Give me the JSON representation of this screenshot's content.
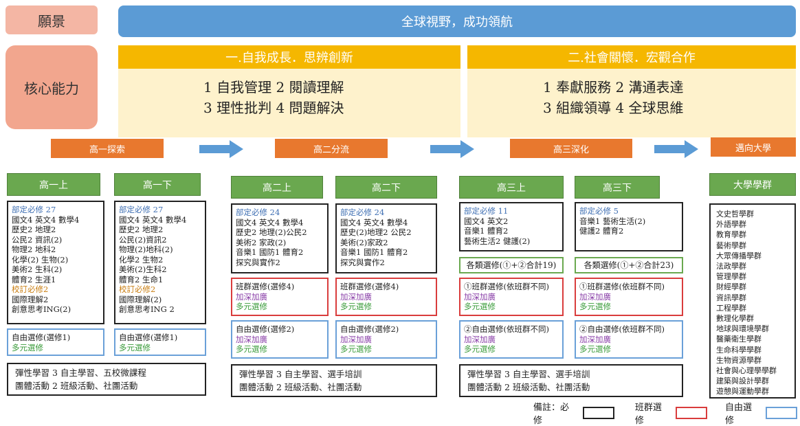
{
  "vision": {
    "label": "願景",
    "text": "全球視野，成功領航"
  },
  "core": {
    "label": "核心能力",
    "groups": [
      {
        "title": "一.自我成長．思辨創新",
        "line1": "1 自我管理  2 閱讀理解",
        "line2": "3 理性批判  4 問題解決"
      },
      {
        "title": "二.社會關懷．宏觀合作",
        "line1": "1 奉獻服務   2 溝通表達",
        "line2": "3 組織領導   4 全球思維"
      }
    ]
  },
  "stages": [
    "高一探索",
    "高二分流",
    "高三深化",
    "邁向大學"
  ],
  "semesters": [
    "高一上",
    "高一下",
    "高二上",
    "高二下",
    "高三上",
    "高三下",
    "大學學群"
  ],
  "required": {
    "g1a": {
      "title": "部定必修 27",
      "lines": [
        "國文4 英文4 數學4",
        "歷史2 地理2",
        "公民2 資訊(2)",
        "物理2 地科2",
        "化學(2) 生物(2)",
        "美術2 生科(2)",
        "體育2 生涯1"
      ],
      "school_title": "校訂必修2",
      "school_lines": [
        "國際理解2",
        "創意思考ING(2)"
      ]
    },
    "g1b": {
      "title": "部定必修 27",
      "lines": [
        "國文4  英文4 數學4",
        "歷史2  地理2",
        "公民(2)資訊2",
        "物理(2)地科(2)",
        "化學2  生物2",
        "美術(2)生科2",
        "體育2  生命1"
      ],
      "school_title": "校訂必修2",
      "school_lines": [
        "國際理解(2)",
        "創意思考ING 2"
      ]
    },
    "g2a": {
      "title": "部定必修 24",
      "lines": [
        "國文4  英文4  數學4",
        "歷史2  地理(2)公民2",
        "美術2  家政(2)",
        "音樂1  國防1 體育2",
        "探究與實作2"
      ]
    },
    "g2b": {
      "title": "部定必修 24",
      "lines": [
        "國文4  英文4  數學4",
        "歷史(2)地理2 公民2",
        "美術(2)家政2",
        "音樂1  國防1  體育2",
        "探究與實作2"
      ]
    },
    "g3a": {
      "title": "部定必修 11",
      "lines": [
        "國文4  英文2",
        "音樂1  體育2",
        "藝術生活2 健護(2)"
      ]
    },
    "g3b": {
      "title": "部定必修 5",
      "lines": [
        "音樂1 藝術生活(2)",
        "健護2  體育2"
      ]
    }
  },
  "electives": {
    "free_g1a": {
      "title": "自由選修(選修1)",
      "sub": "多元選修"
    },
    "free_g1b": {
      "title": "自由選修(選修1)",
      "sub": "多元選修"
    },
    "class_g2a": {
      "title": "班群選修(選修4)",
      "sub1": "加深加廣",
      "sub2": "多元選修"
    },
    "class_g2b": {
      "title": "班群選修(選修4)",
      "sub1": "加深加廣",
      "sub2": "多元選修"
    },
    "free_g2a": {
      "title": "自由選修(選修2)",
      "sub1": "加深加廣",
      "sub2": "多元選修"
    },
    "free_g2b": {
      "title": "自由選修(選修2)",
      "sub1": "加深加廣",
      "sub2": "多元選修"
    },
    "total_g3a": "各類選修(①+②合計19)",
    "total_g3b": "各類選修(①+②合計23)",
    "class_g3a": {
      "title": "①班群選修(依班群不同)",
      "sub1": "加深加廣",
      "sub2": "多元選修"
    },
    "class_g3b": {
      "title": "①班群選修(依班群不同)",
      "sub1": "加深加廣",
      "sub2": "多元選修"
    },
    "free_g3a": {
      "title": "②自由選修(依班群不同)",
      "sub1": "加深加廣",
      "sub2": "多元選修"
    },
    "free_g3b": {
      "title": "②自由選修(依班群不同)",
      "sub1": "加深加廣",
      "sub2": "多元選修"
    }
  },
  "flexible": {
    "g1": {
      "line1": "彈性學習 3    自主學習、五校微課程",
      "line2": "團體活動 2    班級活動、社團活動"
    },
    "g2": {
      "line1": "彈性學習 3    自主學習、選手培訓",
      "line2": "團體活動 2    班級活動、社團活動"
    },
    "g3": {
      "line1": "彈性學習 3    自主學習、選手培訓",
      "line2": "團體活動 2    班級活動、社團活動"
    }
  },
  "university": [
    "文史哲學群",
    "外語學群",
    "教育學群",
    "藝術學群",
    "大眾傳播學群",
    "法政學群",
    "管理學群",
    "財經學群",
    "資訊學群",
    "工程學群",
    "數理化學群",
    "地球與環境學群",
    "醫藥衛生學群",
    "生命科學學群",
    "生物資源學群",
    "社會與心理學學群",
    "建築與設計學群",
    "遊憩與運動學群"
  ],
  "legend": {
    "note": "備註：必修",
    "class": "班群選修",
    "free": "自由選修"
  },
  "colors": {
    "required": "#222222",
    "class": "#d93c3c",
    "free": "#6aa0d8"
  }
}
